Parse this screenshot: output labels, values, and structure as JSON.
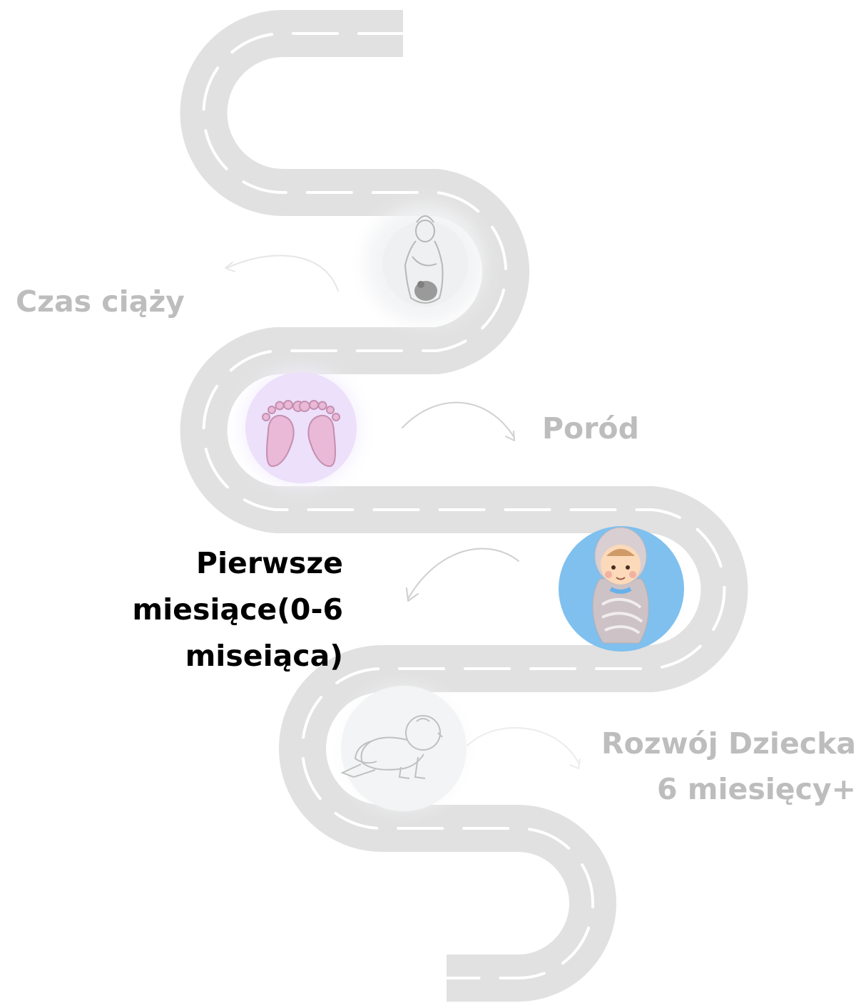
{
  "stages": [
    {
      "label": "Czas ciąży",
      "icon": "pregnant-woman-icon",
      "active": false
    },
    {
      "label": "Poród",
      "icon": "baby-footprints-icon",
      "active": false
    },
    {
      "label_lines": [
        "Pierwsze",
        "miesiące(0-6",
        "miseiąca)"
      ],
      "icon": "swaddled-baby-icon",
      "active": true
    },
    {
      "label_lines": [
        "Rozwój Dziecka",
        "6 miesięcy+"
      ],
      "icon": "crawling-baby-icon",
      "active": false
    }
  ],
  "colors": {
    "road": "#e1e1e1",
    "road_dash": "#ffffff",
    "inactive_text": "#bdbdbd",
    "active_text": "#000000",
    "arrow": "#d0d0d0",
    "active_arrow": "#cfcfcf",
    "pregnancy_circle": "#eef0f1",
    "footprint_circle": "#ece0fb",
    "swaddle_circle": "#7fc0ee",
    "crawling_circle": "#f3f4f5"
  }
}
